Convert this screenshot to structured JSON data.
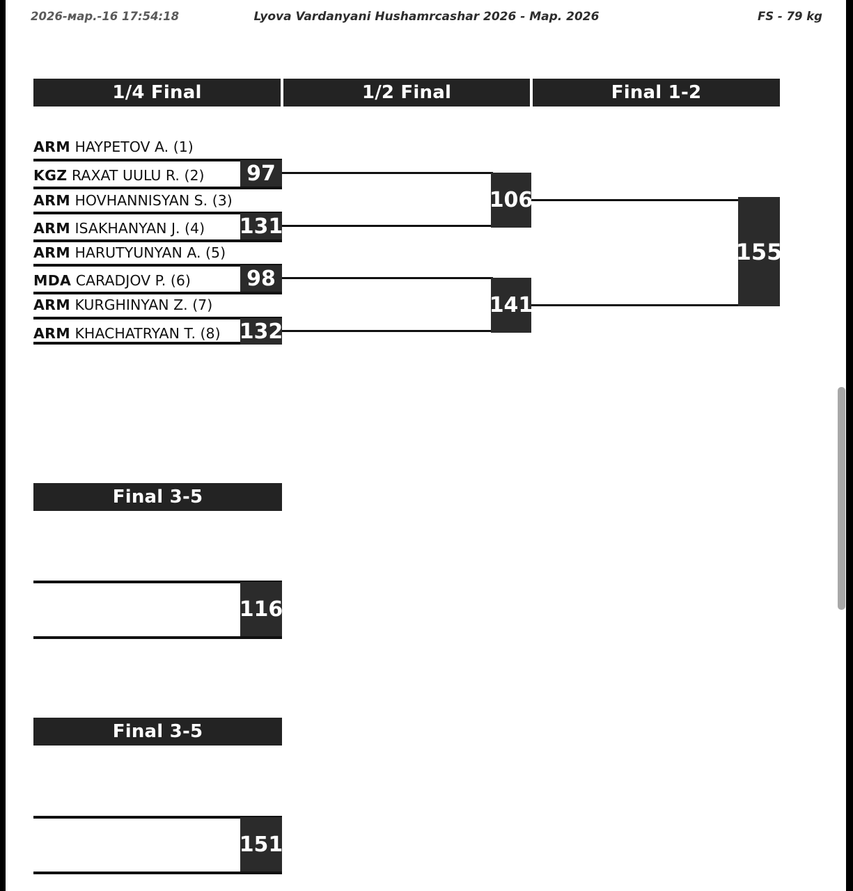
{
  "header": {
    "timestamp": "2026-мар.-16 17:54:18",
    "title": "Lyova Vardanyani Hushamrcashar 2026 - Map. 2026",
    "category": "FS - 79 kg"
  },
  "rounds": [
    {
      "label": "1/4 Final"
    },
    {
      "label": "1/2 Final"
    },
    {
      "label": "Final 1-2"
    }
  ],
  "athletes": [
    {
      "noc": "ARM",
      "name": "HAYPETOV A. (1)"
    },
    {
      "noc": "KGZ",
      "name": "RAXAT UULU R. (2)"
    },
    {
      "noc": "ARM",
      "name": "HOVHANNISYAN S. (3)"
    },
    {
      "noc": "ARM",
      "name": "ISAKHANYAN J. (4)"
    },
    {
      "noc": "ARM",
      "name": "HARUTYUNYAN A. (5)"
    },
    {
      "noc": "MDA",
      "name": "CARADJOV P. (6)"
    },
    {
      "noc": "ARM",
      "name": "KURGHINYAN Z. (7)"
    },
    {
      "noc": "ARM",
      "name": "KHACHATRYAN T. (8)"
    }
  ],
  "bouts": {
    "quarterfinals": [
      {
        "number": "97"
      },
      {
        "number": "131"
      },
      {
        "number": "98"
      },
      {
        "number": "132"
      }
    ],
    "semifinals": [
      {
        "number": "106"
      },
      {
        "number": "141"
      }
    ],
    "final": {
      "number": "155"
    }
  },
  "consolation": [
    {
      "label": "Final 3-5",
      "number": "116"
    },
    {
      "label": "Final 3-5",
      "number": "151"
    }
  ],
  "colors": {
    "bar": "#232323",
    "box": "#2b2b2b",
    "line": "#111111",
    "page": "#ffffff",
    "gutter": "#000000",
    "scrollbar": "#a8a8a8"
  }
}
